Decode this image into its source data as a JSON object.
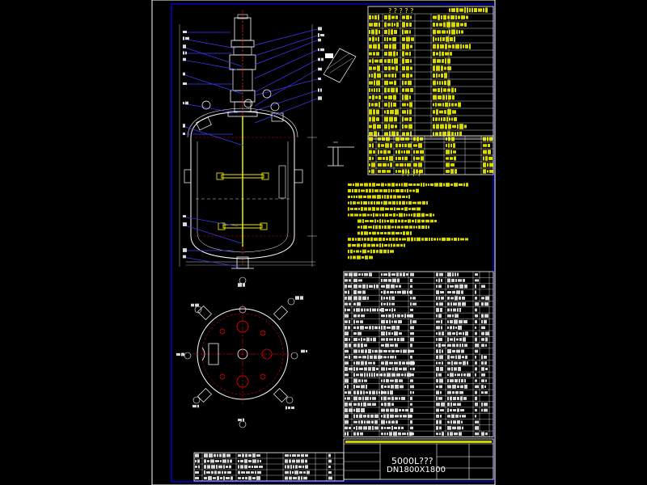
{
  "drawing": {
    "background": "#000000",
    "frame_color": "#ffffff",
    "sheet_color": "#0000ff",
    "accent_red": "#ff0000",
    "text_yellow": "#ffff00",
    "text_white": "#ffffff",
    "label_magenta": "#ff00ff",
    "leader_blue": "#3b3bff",
    "vessel_line": "#ffffff"
  },
  "spec_table": {
    "heading": "? ? ? ? ?",
    "rows": 18
  },
  "nozzle_table": {
    "rows": 5
  },
  "notes": {
    "heading": "? ? ? ?"
  },
  "parts_list": {
    "rows": 28
  },
  "title_block": {
    "line1": "5000L???",
    "line2": "DN1800X1800"
  },
  "views": {
    "main": "front-section",
    "plan": "top-view"
  }
}
